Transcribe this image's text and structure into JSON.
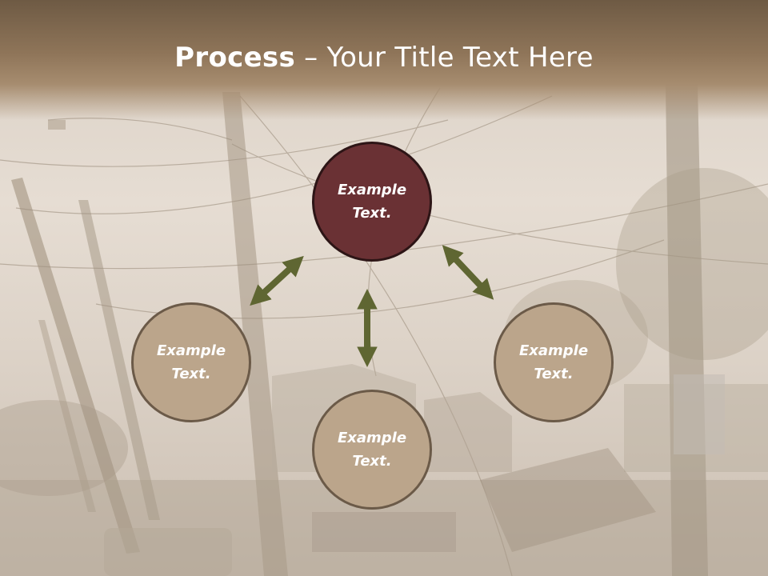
{
  "slide": {
    "title_bold": "Process",
    "title_rest": " – Your Title Text Here"
  },
  "nodes": {
    "top": "Example\nText.",
    "left": "Example\nText.",
    "bottom": "Example\nText.",
    "right": "Example\nText."
  },
  "colors": {
    "title_bar": "#8f7559",
    "node_dark": "#6a3134",
    "node_light": "#bba58b",
    "arrow": "#5f6632"
  }
}
